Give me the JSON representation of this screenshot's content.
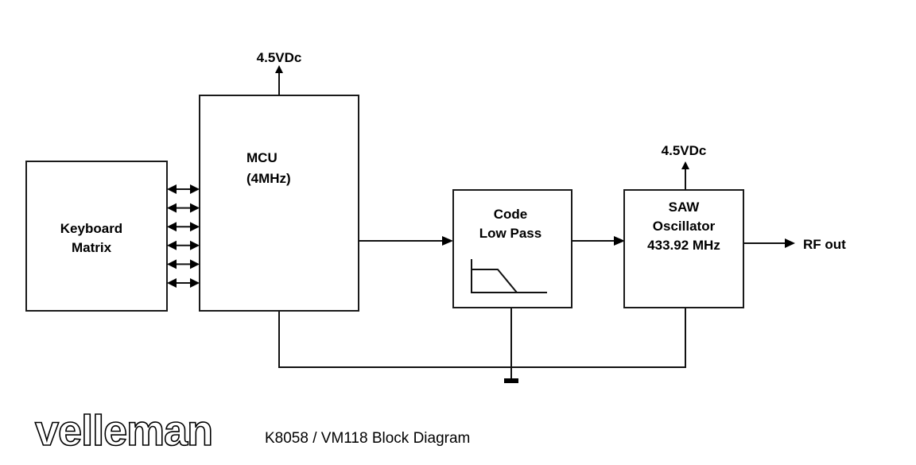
{
  "diagram": {
    "title": "K8058 / VM118 Block Diagram",
    "brand_logo": "velleman",
    "blocks": {
      "keyboard": {
        "lines": [
          "Keyboard",
          "Matrix"
        ]
      },
      "mcu": {
        "lines": [
          "MCU",
          "(4MHz)"
        ]
      },
      "lowpass": {
        "lines": [
          "Code",
          "Low Pass"
        ],
        "icon": "low-pass-filter-icon"
      },
      "saw": {
        "lines": [
          "SAW",
          "Oscillator",
          "433.92 MHz"
        ]
      }
    },
    "supply_labels": {
      "mcu": "4.5VDc",
      "saw": "4.5VDc"
    },
    "output_label": "RF out",
    "bus_line_count": 6,
    "ground_symbol": "ground-icon",
    "connections": [
      {
        "from": "keyboard",
        "to": "mcu",
        "type": "bidirectional",
        "count": 6
      },
      {
        "from": "mcu",
        "to": "lowpass",
        "type": "directed"
      },
      {
        "from": "lowpass",
        "to": "saw",
        "type": "directed"
      },
      {
        "from": "saw",
        "to": "output",
        "type": "directed"
      },
      {
        "from": "mcu",
        "to": "supply",
        "type": "directed"
      },
      {
        "from": "saw",
        "to": "supply",
        "type": "directed"
      },
      {
        "from": "mcu",
        "to": "ground",
        "type": "wire"
      },
      {
        "from": "lowpass",
        "to": "ground",
        "type": "wire"
      },
      {
        "from": "saw",
        "to": "ground",
        "type": "wire"
      }
    ]
  }
}
